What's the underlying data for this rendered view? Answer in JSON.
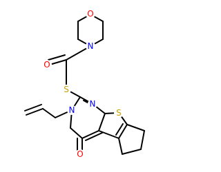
{
  "atoms": {
    "morpholine_oxygen": {
      "label": "O",
      "color": "#ff0000"
    },
    "morpholine_nitrogen": {
      "label": "N",
      "color": "#0000ff"
    },
    "carbonyl_oxygen": {
      "label": "O",
      "color": "#ff0000"
    },
    "thioether_sulfur": {
      "label": "S",
      "color": "#c8a000"
    },
    "pyrimidine_nitrogen_3": {
      "label": "N",
      "color": "#0000ff"
    },
    "pyrimidine_nitrogen_1": {
      "label": "N",
      "color": "#0000ff"
    },
    "thiophene_sulfur": {
      "label": "S",
      "color": "#c8a000"
    },
    "pyrimidinone_oxygen": {
      "label": "O",
      "color": "#ff0000"
    }
  }
}
